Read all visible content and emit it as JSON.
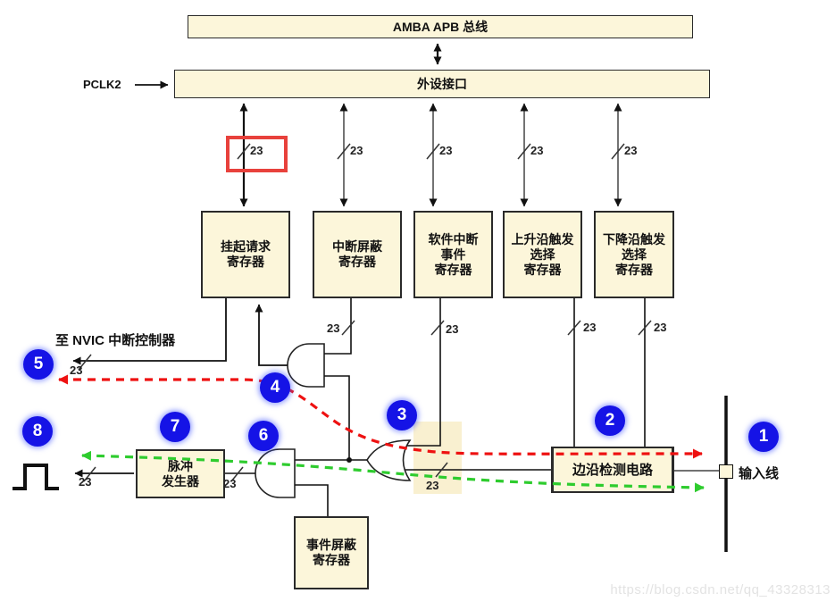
{
  "title_bus": "AMBA APB 总线",
  "peripheral_interface": "外设接口",
  "pclk2_label": "PCLK2",
  "bus_width": "23",
  "nvic_label": "至 NVIC 中断控制器",
  "registers": [
    {
      "name": "pending-request-register",
      "lines": [
        "挂起请求",
        "寄存器"
      ]
    },
    {
      "name": "interrupt-mask-register",
      "lines": [
        "中断屏蔽",
        "寄存器"
      ]
    },
    {
      "name": "software-interrupt-event-register",
      "lines": [
        "软件中断",
        "事件",
        "寄存器"
      ]
    },
    {
      "name": "rising-edge-trigger-select-register",
      "lines": [
        "上升沿触发",
        "选择",
        "寄存器"
      ]
    },
    {
      "name": "falling-edge-trigger-select-register",
      "lines": [
        "下降沿触发",
        "选择",
        "寄存器"
      ]
    }
  ],
  "edge_detect_label": "边沿检测电路",
  "pulse_generator": {
    "lines": [
      "脉冲",
      "发生器"
    ]
  },
  "event_mask": {
    "lines": [
      "事件屏蔽",
      "寄存器"
    ]
  },
  "input_line_label": "输入线",
  "steps": [
    "1",
    "2",
    "3",
    "4",
    "5",
    "6",
    "7",
    "8"
  ],
  "watermark": "https://blog.csdn.net/qq_43328313",
  "colors": {
    "box_fill": "#fcf6da",
    "interrupt_path_red": "#ee1111",
    "event_path_green": "#2ecc2e",
    "step_circle_blue": "#1513e6",
    "highlight_red_box": "#e8413c",
    "highlight_area": "#f7e9bb"
  }
}
